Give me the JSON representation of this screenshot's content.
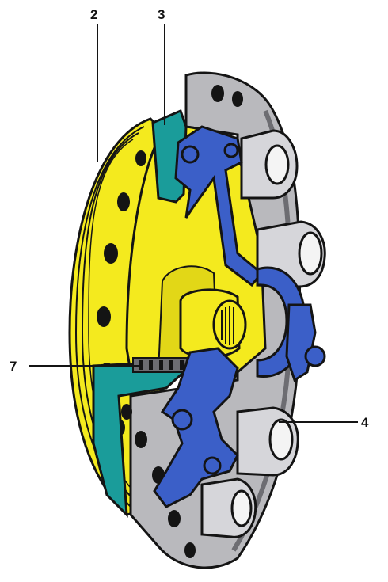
{
  "labels": {
    "l2": "2",
    "l3": "3",
    "l4": "4",
    "l7": "7"
  },
  "colors": {
    "outline": "#141414",
    "yellow": "#f4ea1e",
    "blue": "#3b5fc8",
    "teal": "#1a9c9a",
    "grey": "#b9b9bd",
    "dark_grey": "#6d6d72",
    "white": "#ffffff"
  }
}
